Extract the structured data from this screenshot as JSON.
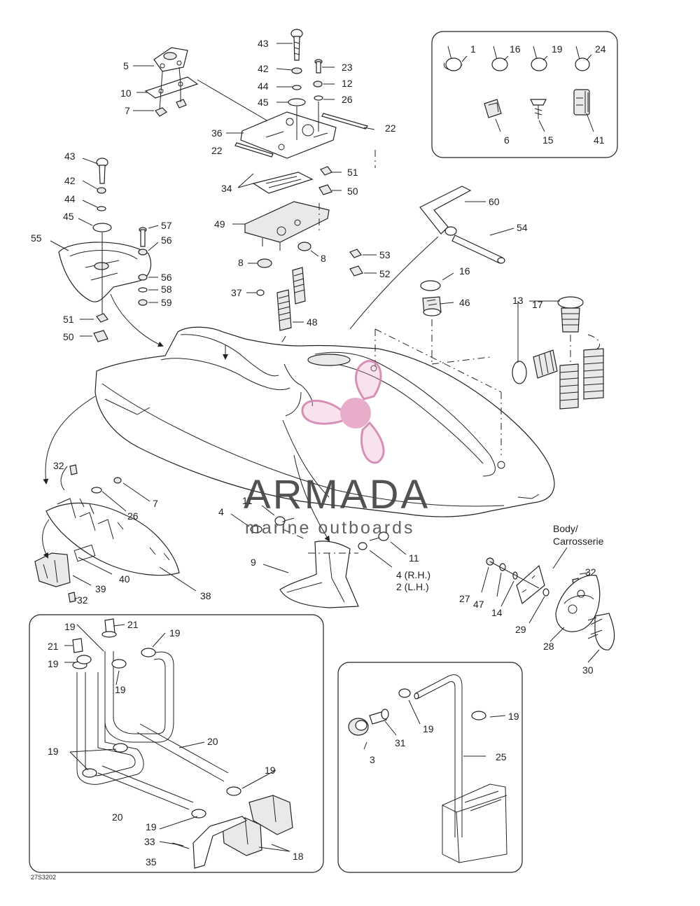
{
  "diagram": {
    "drawing_number": "27S3202",
    "body_label": [
      "Body/",
      "Carrosserie"
    ]
  },
  "watermark": {
    "title": "ARMADA",
    "subtitle": "marine outboards",
    "colors": {
      "propeller": "#e8a7c8",
      "propeller_stroke": "#d387b0",
      "text": "#444444"
    }
  },
  "callouts": {
    "c1": "1",
    "c16a": "16",
    "c19a": "19",
    "c24": "24",
    "c6": "6",
    "c15": "15",
    "c41": "41",
    "c43a": "43",
    "c42a": "42",
    "c44a": "44",
    "c45a": "45",
    "c23": "23",
    "c12": "12",
    "c26a": "26",
    "c22a": "22",
    "c22b": "22",
    "c36": "36",
    "c5": "5",
    "c10": "10",
    "c7a": "7",
    "c34": "34",
    "c51a": "51",
    "c50a": "50",
    "c49": "49",
    "c8a": "8",
    "c8b": "8",
    "c53": "53",
    "c52": "52",
    "c37": "37",
    "c48": "48",
    "c60": "60",
    "c54": "54",
    "c16b": "16",
    "c46": "46",
    "c13": "13",
    "c17": "17",
    "c43b": "43",
    "c42b": "42",
    "c44b": "44",
    "c45b": "45",
    "c55": "55",
    "c57": "57",
    "c56a": "56",
    "c56b": "56",
    "c58": "58",
    "c59": "59",
    "c51b": "51",
    "c50b": "50",
    "c32a": "32",
    "c7b": "7",
    "c26b": "26",
    "c40": "40",
    "c39": "39",
    "c32b": "32",
    "c38": "38",
    "c11a": "11",
    "c4": "4",
    "c9": "9",
    "c11b": "11",
    "c4rh": "4 (R.H.)",
    "c2lh": "2 (L.H.)",
    "c27": "27",
    "c47": "47",
    "c14": "14",
    "c29": "29",
    "c32c": "32",
    "c28": "28",
    "c30": "30",
    "c19b": "19",
    "c21a": "21",
    "c21b": "21",
    "c19c": "19",
    "c19d": "19",
    "c19e": "19",
    "c19f": "19",
    "c20a": "20",
    "c19g": "19",
    "c20b": "20",
    "c19h": "19",
    "c33": "33",
    "c35": "35",
    "c18": "18",
    "c3": "3",
    "c31": "31",
    "c19i": "19",
    "c19j": "19",
    "c25": "25"
  }
}
